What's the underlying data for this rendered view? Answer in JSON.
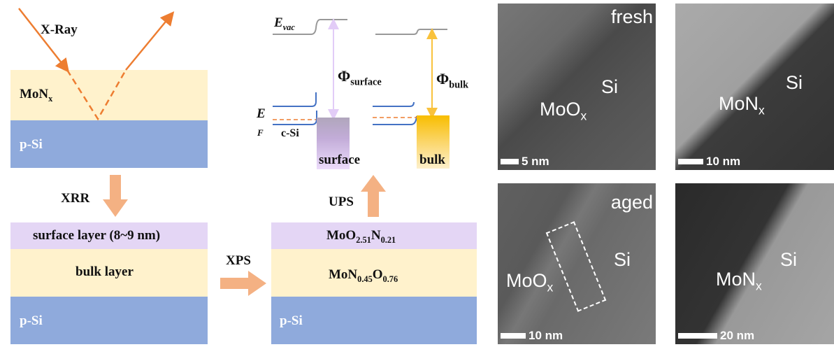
{
  "xray_panel": {
    "xray_label": "X-Ray",
    "monx_label": "MoN",
    "monx_sub": "x",
    "psi_label": "p-Si"
  },
  "xrr": {
    "label": "XRR"
  },
  "stack_left": {
    "surface_label": "surface layer (8~9 nm)",
    "bulk_label": "bulk layer",
    "psi_label": "p-Si"
  },
  "xps": {
    "label": "XPS"
  },
  "stack_mid": {
    "surface_a": "MoO",
    "surface_a_sub": "2.51",
    "surface_b": "N",
    "surface_b_sub": "0.21",
    "bulk_a": "MoN",
    "bulk_a_sub": "0.45",
    "bulk_b": "O",
    "bulk_b_sub": "0.76",
    "psi_label": "p-Si"
  },
  "ups": {
    "label": "UPS"
  },
  "band": {
    "evac": "E",
    "evac_sub": "vac",
    "ef_e": "E",
    "ef_f": "F",
    "csi": "c-Si",
    "phi_surface": "Φ",
    "phi_surface_sub": "surface",
    "phi_bulk": "Φ",
    "phi_bulk_sub": "bulk",
    "surface_box": "surface",
    "bulk_box": "bulk"
  },
  "tem": [
    {
      "state": "fresh",
      "material": "MoO",
      "material_sub": "x",
      "si": "Si",
      "scale": "5 nm"
    },
    {
      "state": "",
      "material": "MoN",
      "material_sub": "x",
      "si": "Si",
      "scale": "10 nm"
    },
    {
      "state": "aged",
      "material": "MoO",
      "material_sub": "x",
      "si": "Si",
      "scale": "10 nm"
    },
    {
      "state": "",
      "material": "MoN",
      "material_sub": "x",
      "si": "Si",
      "scale": "20 nm"
    }
  ],
  "colors": {
    "yellow": "#fff2cc",
    "blue": "#8faadc",
    "purple": "#e4d6f5",
    "arrow": "#f4b183",
    "xray": "#ed7d31"
  }
}
